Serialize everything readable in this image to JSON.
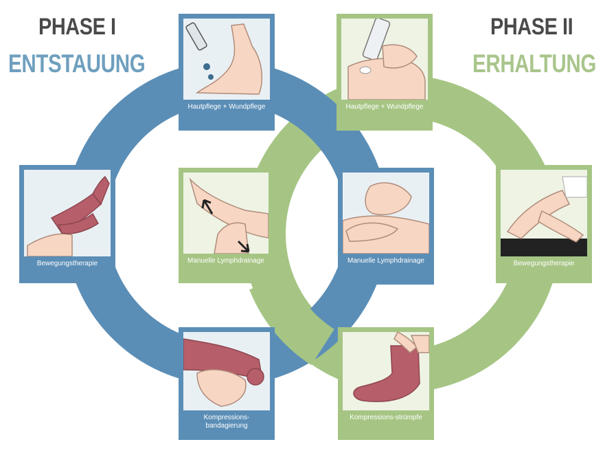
{
  "phase1": {
    "title": "PHASE I",
    "subtitle": "ENTSTAUUNG",
    "color": "#5b8eb6"
  },
  "phase2": {
    "title": "PHASE II",
    "subtitle": "ERHALTUNG",
    "color": "#a6c584"
  },
  "tiles": {
    "b_top": {
      "caption": "Hautpflege + Wundpflege",
      "icon": "foot-drops-icon"
    },
    "b_left": {
      "caption": "Bewegungstherapie",
      "icon": "leg-exercise-icon"
    },
    "b_right": {
      "caption": "Manuelle Lymphdrainage",
      "icon": "hands-massage-icon"
    },
    "b_bottom": {
      "caption": "Kompressions-bandagierung",
      "icon": "bandage-icon"
    },
    "g_top": {
      "caption": "Hautpflege + Wundpflege",
      "icon": "cream-tube-icon"
    },
    "g_inner": {
      "caption": "Manuelle Lymphdrainage",
      "icon": "arms-arrows-icon"
    },
    "g_right": {
      "caption": "Bewegungstherapie",
      "icon": "knee-exercise-icon"
    },
    "g_bottom": {
      "caption": "Kompressions-strümpfe",
      "icon": "stocking-icon"
    }
  }
}
